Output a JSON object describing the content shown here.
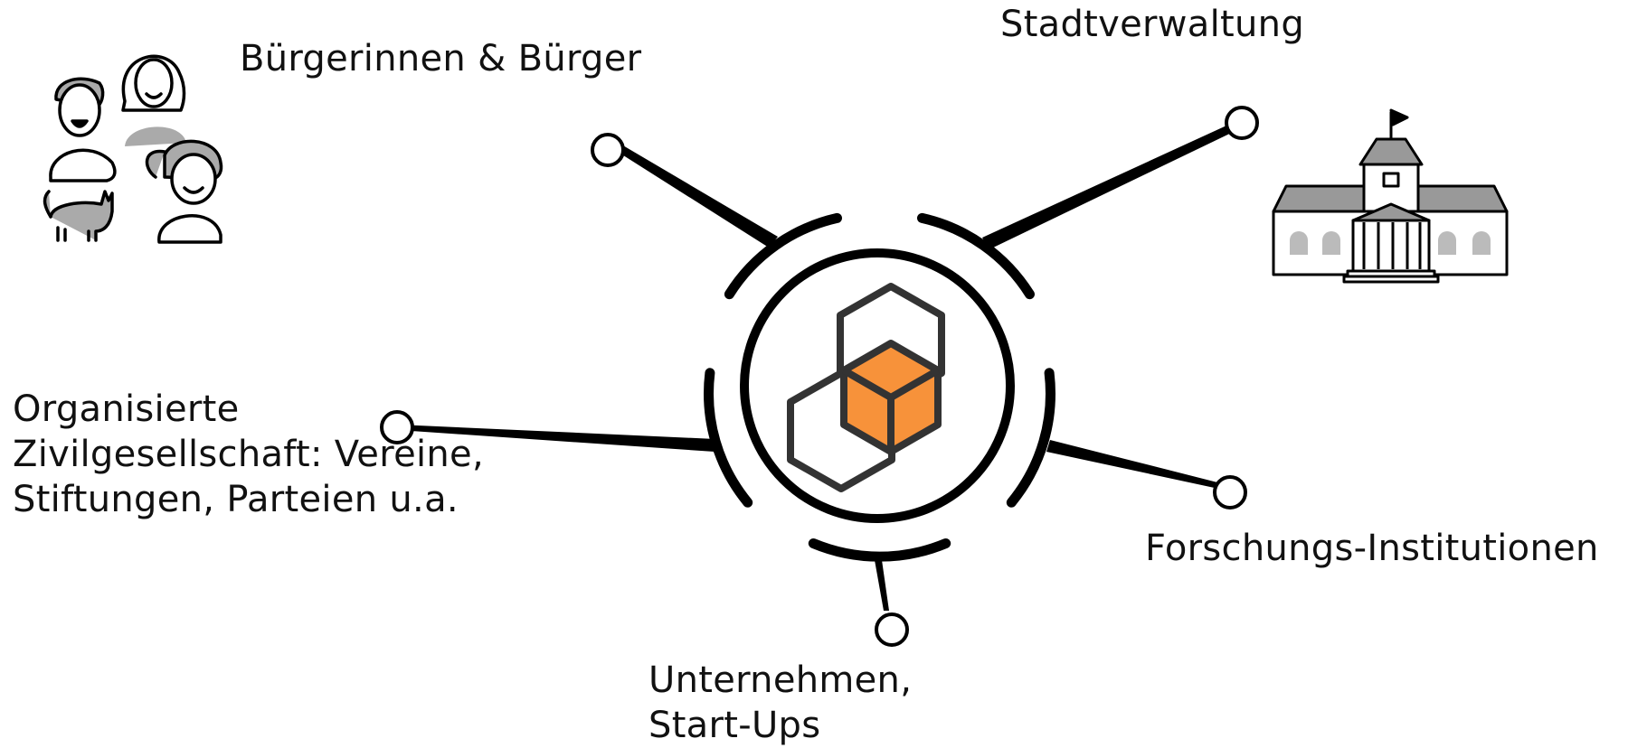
{
  "diagram": {
    "stakeholders": {
      "citizens": {
        "label": "Bürgerinnen & Bürger"
      },
      "administration": {
        "label": "Stadtverwaltung"
      },
      "civil_society": {
        "label_lines": [
          "Organisierte",
          "Zivilgesellschaft: Vereine,",
          "Stiftungen, Parteien u.a."
        ]
      },
      "research": {
        "label": "Forschungs-Institutionen"
      },
      "companies": {
        "label_lines": [
          "Unternehmen,",
          "Start-Ups"
        ]
      }
    },
    "colors": {
      "accent": "#F7923A",
      "stroke": "#000000",
      "logo_stroke": "#333333",
      "illustration_gray": "#AAAAAA"
    },
    "icons": {
      "hub": "hexagon-cube-logo-icon",
      "citizens": "people-group-illustration-icon",
      "administration": "town-hall-illustration-icon"
    }
  }
}
